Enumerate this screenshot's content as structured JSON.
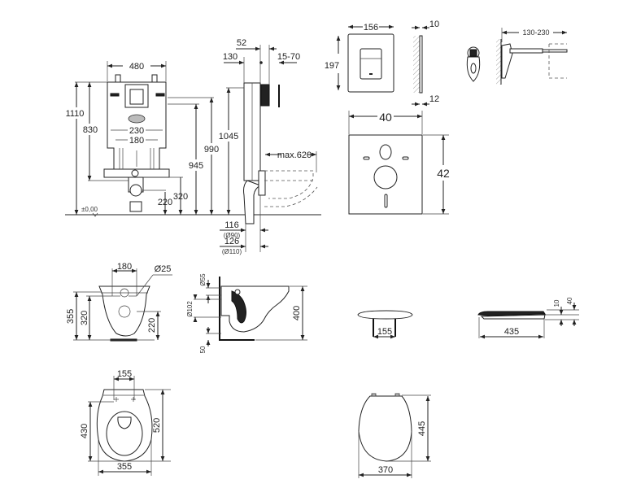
{
  "title": "Wall-hung toilet installation set – dimension drawing",
  "views": {
    "frame_front": {
      "width": "480",
      "total_height": "1110",
      "cistern_height": "830",
      "inlet_spacing": "230",
      "drain_spacing": "180",
      "height_945": "945",
      "height_990": "990",
      "height_320": "320",
      "height_220": "220",
      "floor_level": "±0,00"
    },
    "frame_side": {
      "depth_52": "52",
      "depth_130": "130",
      "adjust_range": "15-70",
      "height_1045": "1045",
      "max_projection": "max.620",
      "drain_116": "116",
      "drain_116_dia": "(Ø90)",
      "drain_126": "126",
      "drain_126_dia": "(Ø110)"
    },
    "flush_plate": {
      "width": "156",
      "height": "197",
      "thickness_top": "10",
      "thickness_bottom": "12"
    },
    "wall_anchor": {
      "length_range": "130-230"
    },
    "sound_pad": {
      "width": "40",
      "height": "42"
    },
    "bowl_front": {
      "bolt_spacing": "180",
      "hole_diameter": "Ø25",
      "height_355": "355",
      "height_320": "320",
      "height_220": "220"
    },
    "bowl_side": {
      "inlet_diameter": "Ø55",
      "outlet_diameter": "Ø102",
      "bottom_offset": "50",
      "height": "400"
    },
    "seat_front": {
      "hinge_spacing": "155"
    },
    "seat_side": {
      "length": "435",
      "thickness_10": "10",
      "thickness_40": "40"
    },
    "bowl_top": {
      "bolt_spacing": "155",
      "depth_430": "430",
      "depth_520": "520",
      "width": "355"
    },
    "seat_top": {
      "depth": "445",
      "width": "370"
    }
  }
}
